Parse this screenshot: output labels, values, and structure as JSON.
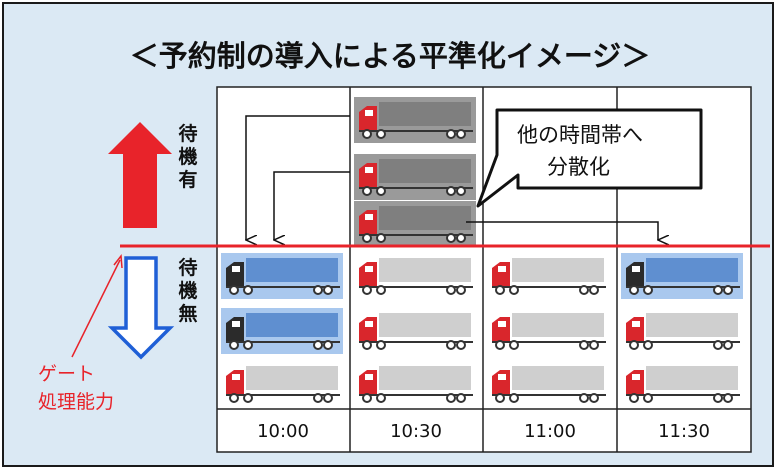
{
  "title": "＜予約制の導入による平準化イメージ＞",
  "label_wait_yes": [
    "待",
    "機",
    "有"
  ],
  "label_wait_no": [
    "待",
    "機",
    "無"
  ],
  "gate_label": [
    "ゲート",
    "処理能力"
  ],
  "callout_text": [
    "他の時間帯へ",
    "分散化"
  ],
  "time_slots": [
    "10:00",
    "10:30",
    "11:00",
    "11:30"
  ],
  "colors": {
    "background": "#dbe9f4",
    "gate_line": "#e8232a",
    "arrow_up": "#e8232a",
    "arrow_down": "#1f5fd6",
    "queued_truck": "#7f7f7f",
    "relocated_truck": "#5f8fd0",
    "normal_truck": "#cfcfcf",
    "truck_cab_red": "#d9262c",
    "truck_cab_dark": "#2b2b2b"
  }
}
